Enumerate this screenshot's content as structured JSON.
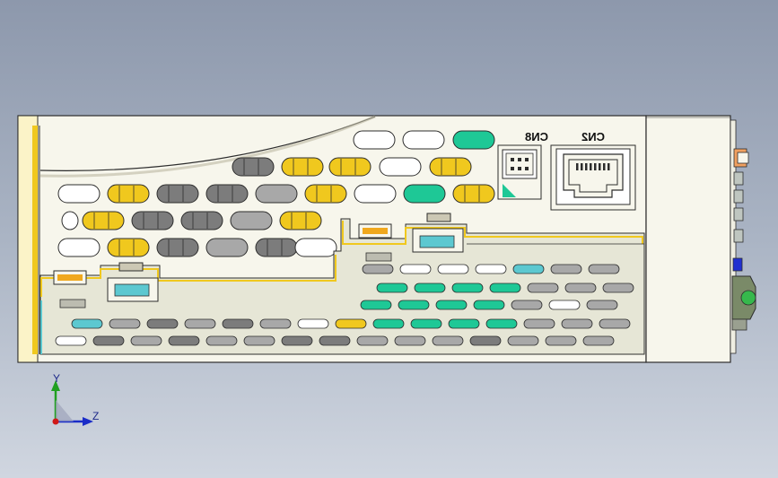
{
  "model": {
    "connectors": [
      {
        "id": "cn8",
        "label": "CN8"
      },
      {
        "id": "cn2",
        "label": "CN2"
      }
    ]
  },
  "triad": {
    "y_label": "Y",
    "z_label": "Z"
  },
  "colors": {
    "background_top": "#8d98ac",
    "background_bottom": "#d0d6e0",
    "housing": "#f7f6ec",
    "lower_panel": "#e6e6d6",
    "outline": "#2d2d2d",
    "accent_yellow": "#f0c81e",
    "accent_cyan": "#5cc8d0",
    "accent_green": "#1ec896",
    "axis_y": "#20a020",
    "axis_z": "#1a2cc8",
    "axis_x": "#d01818"
  }
}
